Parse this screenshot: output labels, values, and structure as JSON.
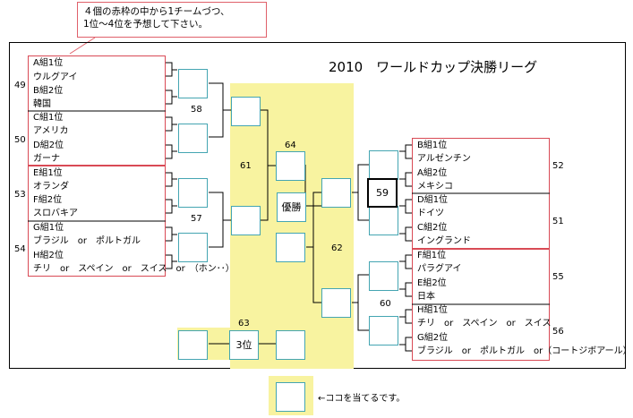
{
  "callout": {
    "line1": "４個の赤枠の中から1チームづつ、",
    "line2": "1位～4位を予想して下さい。"
  },
  "title": "2010　ワールドカップ決勝リーグ",
  "left": {
    "g49": [
      "A組1位",
      "ウルグアイ",
      "B組2位",
      "韓国"
    ],
    "g50": [
      "C組1位",
      "アメリカ",
      "D組2位",
      "ガーナ"
    ],
    "g53": [
      "E組1位",
      "オランダ",
      "F組2位",
      "スロバキア"
    ],
    "g54": [
      "G組1位",
      "ブラジル　or　ポルトガル",
      "H組2位",
      "チリ　or　スペイン　or　スイス　or　（ホン･･）"
    ]
  },
  "right": {
    "g52": [
      "B組1位",
      "アルゼンチン",
      "A組2位",
      "メキシコ"
    ],
    "g51": [
      "D組1位",
      "ドイツ",
      "C組2位",
      "イングランド"
    ],
    "g55": [
      "F組1位",
      "パラグアイ",
      "E組2位",
      "日本"
    ],
    "g56": [
      "H組1位",
      "チリ　or　スペイン　or　スイス",
      "G組2位",
      "ブラジル　or　ポルトガル　or（コートジボアール）"
    ]
  },
  "matches": {
    "m49": "49",
    "m50": "50",
    "m53": "53",
    "m54": "54",
    "m52": "52",
    "m51": "51",
    "m55": "55",
    "m56": "56",
    "m58": "58",
    "m57": "57",
    "m61": "61",
    "m64": "64",
    "m62": "62",
    "m59": "59",
    "m60": "60",
    "m63": "63"
  },
  "labels": {
    "final": "優勝",
    "third": "3位",
    "legend": "←ココを当てるです。"
  },
  "colors": {
    "group_border": "#d94a55",
    "box_border": "#44a5b2",
    "highlight": "#f8f3a0"
  }
}
